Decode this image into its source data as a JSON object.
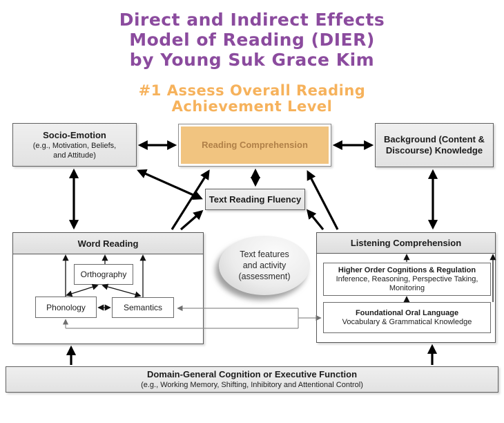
{
  "colors": {
    "title_purple": "#8b4b9e",
    "annotation_orange": "#f6b25c",
    "highlight_fill": "#f1c480",
    "highlight_text": "#b08048",
    "box_fill": "#e9e9e9",
    "arrow_black": "#000000"
  },
  "title": {
    "text": "Direct and Indirect Effects\nModel of Reading (DIER)\nby Young Suk Grace Kim"
  },
  "annotation": {
    "text": "#1 Assess Overall Reading\nAchievement Level"
  },
  "boxes": {
    "socio_emotion": {
      "title": "Socio-Emotion",
      "subtitle": "(e.g., Motivation, Beliefs,\nand Attitude)"
    },
    "reading_comprehension": {
      "title": "Reading Comprehension"
    },
    "background_knowledge": {
      "title": "Background (Content &\nDiscourse) Knowledge"
    },
    "text_reading_fluency": {
      "title": "Text Reading Fluency"
    },
    "word_reading": {
      "title": "Word Reading",
      "orthography": "Orthography",
      "phonology": "Phonology",
      "semantics": "Semantics"
    },
    "text_features": {
      "title": "Text features\nand activity\n(assessment)"
    },
    "listening_comprehension": {
      "title": "Listening Comprehension",
      "higher_order": {
        "title": "Higher Order Cognitions & Regulation",
        "subtitle": "Inference, Reasoning, Perspective Taking,\nMonitoring"
      },
      "foundational": {
        "title": "Foundational Oral Language",
        "subtitle": "Vocabulary & Grammatical Knowledge"
      }
    },
    "domain_general": {
      "title": "Domain-General Cognition or Executive Function",
      "subtitle": "(e.g., Working Memory, Shifting, Inhibitory and Attentional Control)"
    }
  }
}
